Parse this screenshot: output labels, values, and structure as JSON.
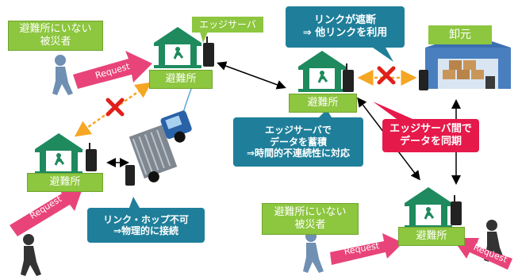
{
  "labels": {
    "shelter_a": "避難所",
    "shelter_b": "避難所",
    "shelter_c": "避難所",
    "shelter_d": "避難所",
    "edge_server": "エッジサーバ",
    "wholesaler": "卸元",
    "victim_1": "避難所にいない\n被災者",
    "victim_2": "避難所にいない\n被災者",
    "request_1": "Request",
    "request_2": "Request",
    "request_3": "Request",
    "request_4": "Request",
    "link_cut": "リンクが遮断\n⇒  他リンクを利用",
    "link_hop": "リンク・ホップ不可\n⇒物理的に接続",
    "edge_store": "エッジサーバで\nデータを蓄積\n⇒時間的不連続性に対応",
    "edge_sync": "エッジサーバ間で\nデータを同期"
  },
  "colors": {
    "green": "#8dc63f",
    "teal": "#1f7f9a",
    "red": "#e6194b",
    "pink": "#e8447a",
    "person": "#6f8fb3",
    "dark_person": "#333333",
    "truck": "#2a62a8"
  }
}
